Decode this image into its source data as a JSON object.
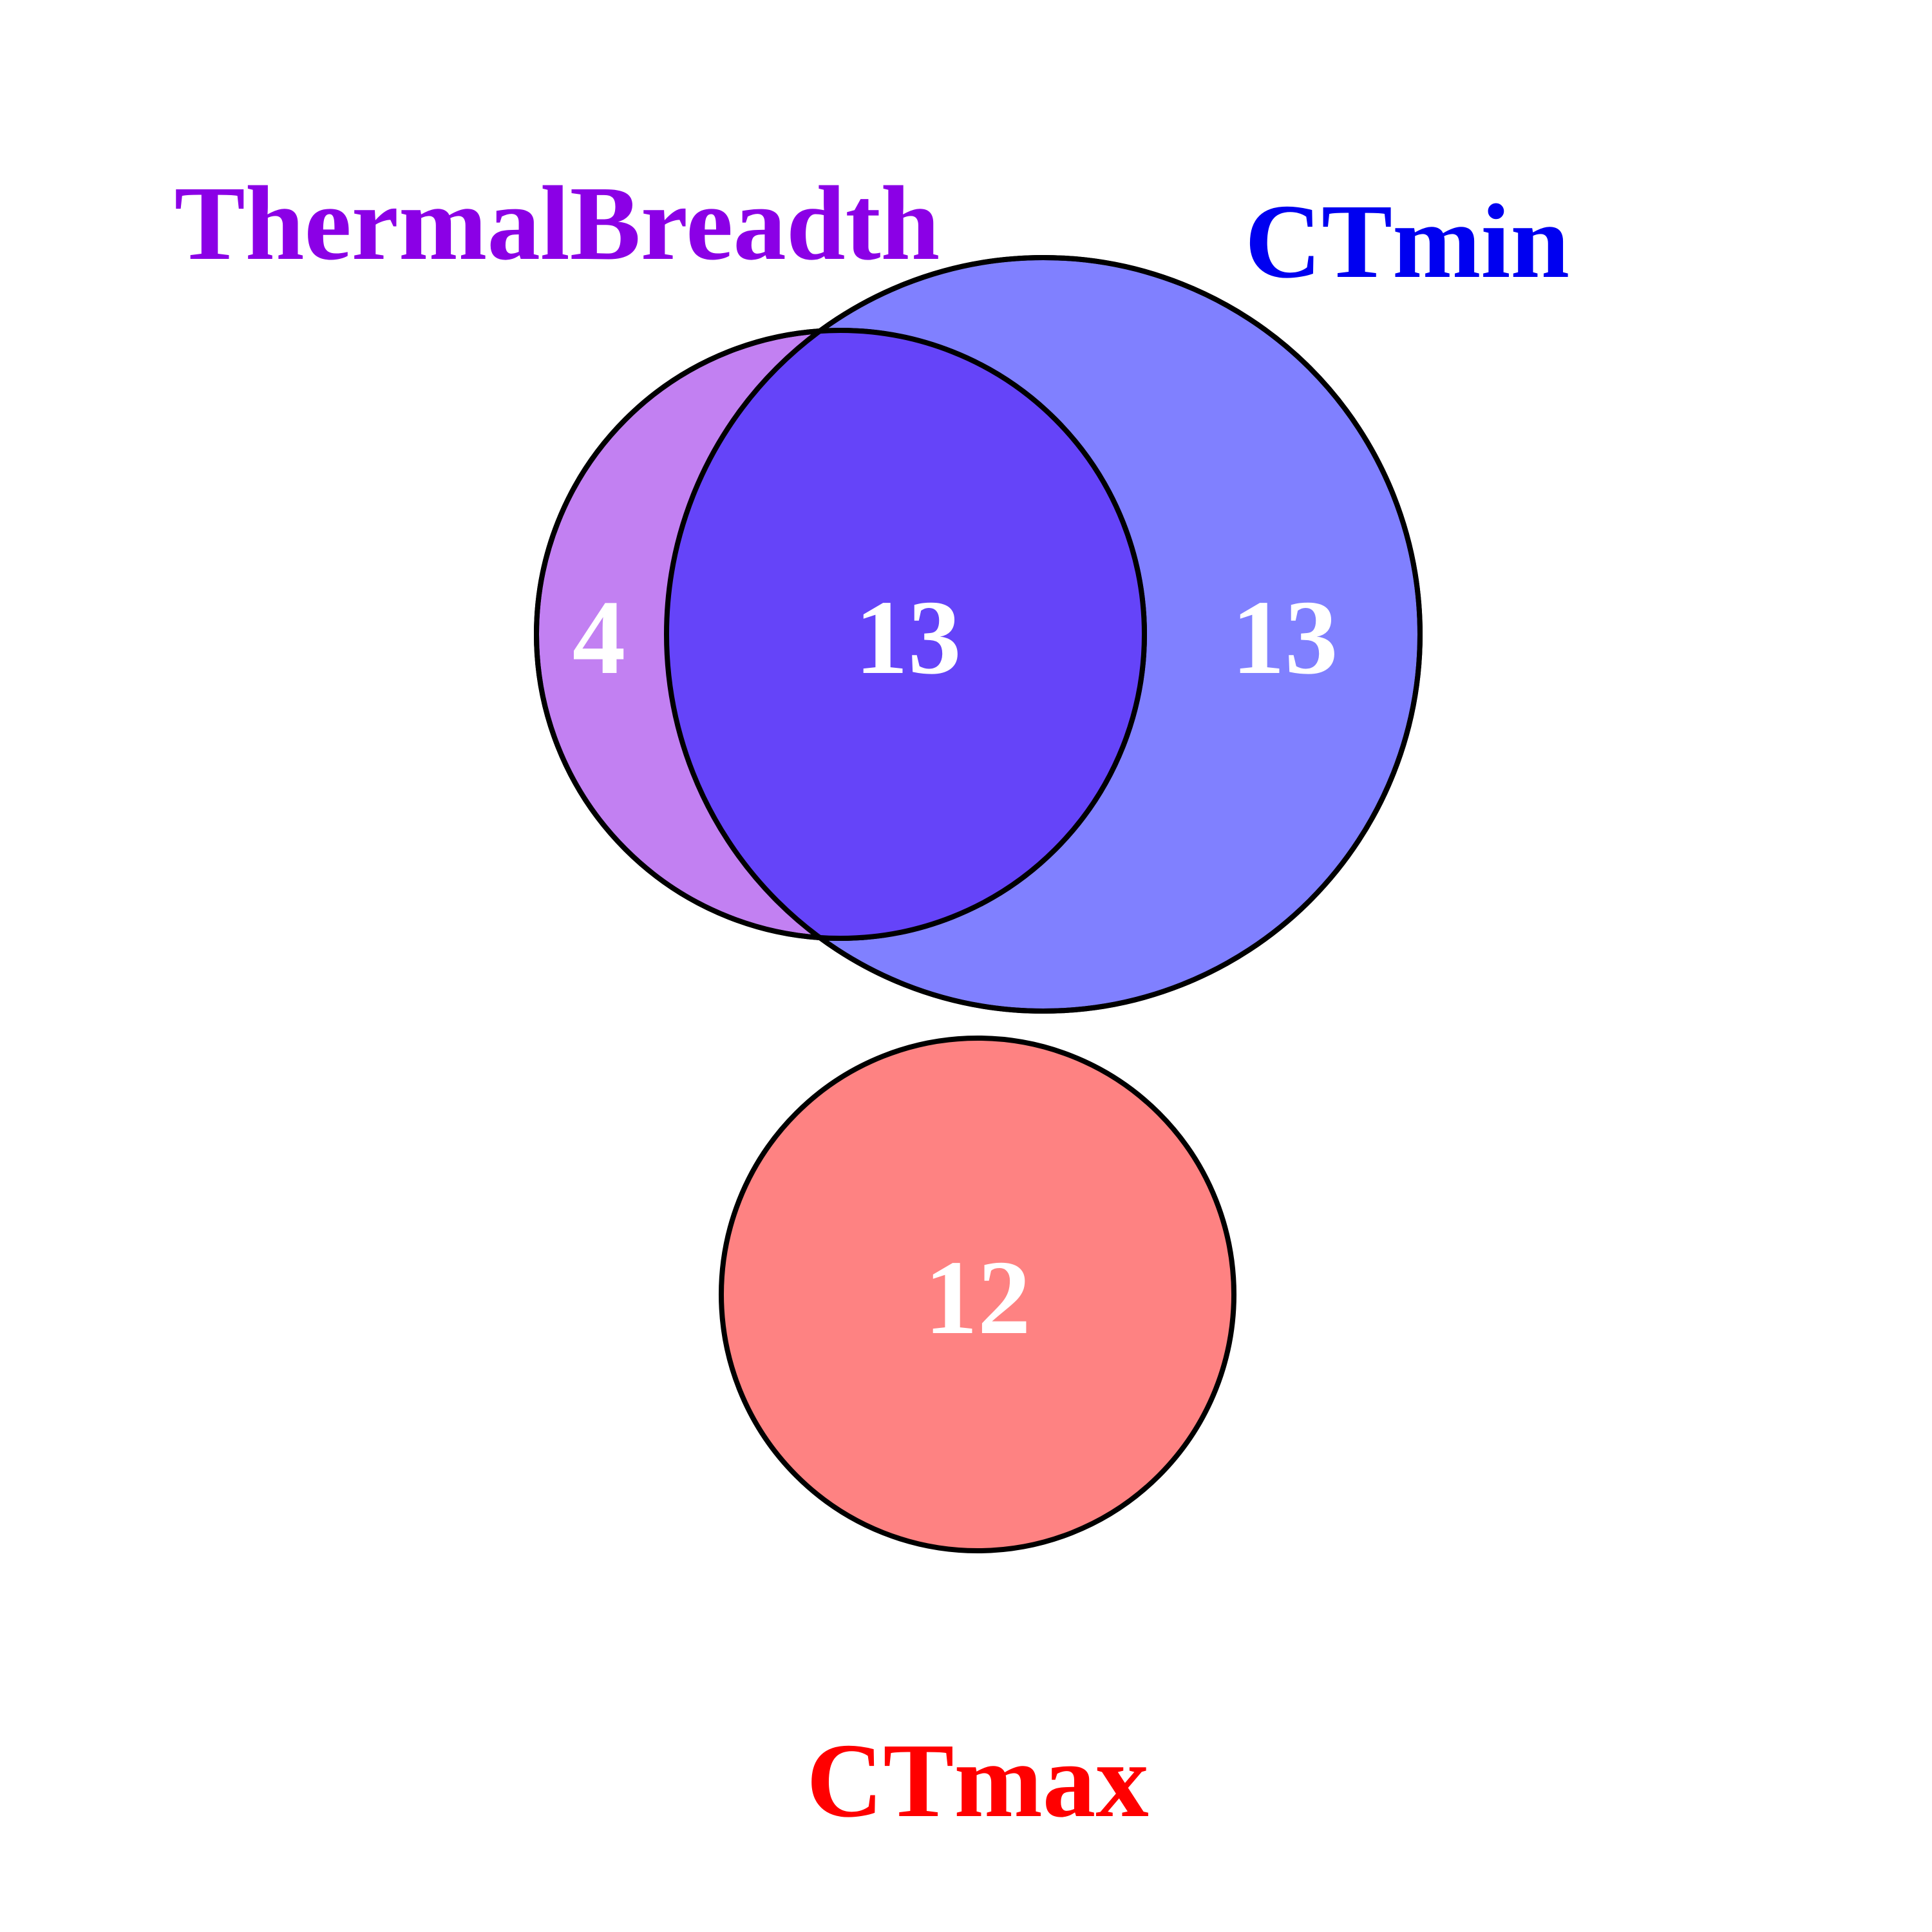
{
  "sets": [
    {
      "id": "thermal",
      "name": "ThermalBreadth",
      "fill": "#c280f2",
      "label_color": "#8b00e6"
    },
    {
      "id": "ctmin",
      "name": "CTmin",
      "fill": "#8080ff",
      "label_color": "#0000f0"
    },
    {
      "id": "ctmax",
      "name": "CTmax",
      "fill": "#fe8282",
      "label_color": "#ff0000"
    }
  ],
  "overlap_fill": "#6544f9",
  "regions": [
    {
      "id": "thermal-only",
      "sets": [
        "ThermalBreadth"
      ],
      "count": "4"
    },
    {
      "id": "thermal-ctmin",
      "sets": [
        "ThermalBreadth",
        "CTmin"
      ],
      "count": "13"
    },
    {
      "id": "ctmin-only",
      "sets": [
        "CTmin"
      ],
      "count": "13"
    },
    {
      "id": "ctmax-only",
      "sets": [
        "CTmax"
      ],
      "count": "12"
    }
  ]
}
